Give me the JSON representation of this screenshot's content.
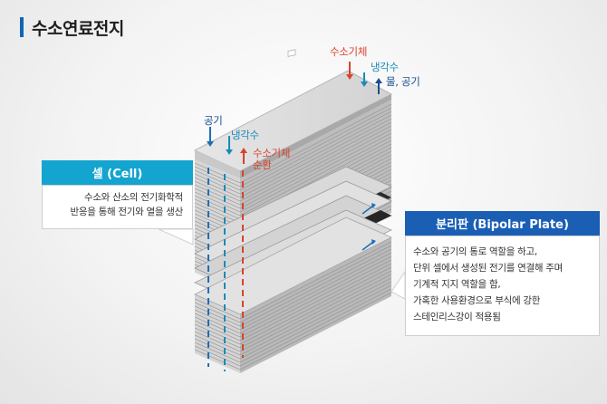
{
  "title": "수소연료전지",
  "colors": {
    "hydrogen": "#d8432c",
    "coolant": "#1a8ab8",
    "water_air": "#1b4f8c",
    "cell_box": "#13a4cf",
    "plate_box": "#1a5fb4"
  },
  "top_labels": {
    "hydrogen": "수소기체",
    "coolant": "냉각수",
    "water_air": "물, 공기"
  },
  "side_labels": {
    "air": "공기",
    "coolant": "냉각수",
    "hydrogen": "수소기체",
    "circulation": "순환"
  },
  "cell": {
    "heading": "셀 (Cell)",
    "lines": [
      "수소와 산소의 전기화학적",
      "반응을 통해 전기와 열을 생산"
    ]
  },
  "bipolar_plate": {
    "heading": "분리판 (Bipolar Plate)",
    "lines": [
      "수소와 공기의 통로 역할을 하고,",
      "단위 셀에서 생성된 전기를 연결해 주며",
      "기계적 지지 역할을 함,",
      "가혹한 사용환경으로 부식에 강한",
      "스테인리스강이 적용됨"
    ]
  }
}
